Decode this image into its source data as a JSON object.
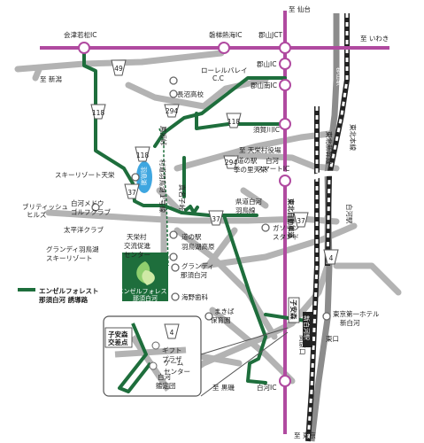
{
  "colors": {
    "expressway": "#b04aa0",
    "guide_route": "#1e6e3c",
    "road": "#b3b3b3",
    "railway": "#222222",
    "shinkansen": "#8c8c8c",
    "lake": "#3ea6e0",
    "ic_fill": "#ffffff"
  },
  "destinations": {
    "sendai": "至 仙台",
    "iwaki": "至 いわき",
    "niigata": "至 新潟",
    "tokyo": "至 東京",
    "kuroiso": "至 黒磯"
  },
  "interchanges": {
    "aizu_wakamatsu": "会津若松IC",
    "bandai_atami": "磐梯熱海IC",
    "koriyama_jct": "郡山JCT",
    "koriyama": "郡山IC",
    "koriyama_minami": "郡山南IC",
    "sukagawa": "須賀川IC",
    "shirakawa_smart": "白河\nスマートIC",
    "shirakawa": "白河IC"
  },
  "routes": {
    "r49": "49",
    "r118a": "118",
    "r118b": "118",
    "r118c": "118",
    "r294a": "294",
    "r294b": "294",
    "r37a": "37",
    "r37b": "37",
    "r37c": "37",
    "r4a": "4",
    "r4b": "4"
  },
  "rail": {
    "koriyama_station": "郡山駅",
    "shin_shirakawa_station": "新白河駅",
    "tohoku_shinkansen": "東北新幹線",
    "tohoku_line": "東北本線",
    "tohoku_expressway": "東北自動車道",
    "shirakawa_station": "白河駅"
  },
  "places": {
    "lovely_valley": "ローレルバレイ\nC.C",
    "naganuma_hs": "長沼高校",
    "hohsaka_pass": "鳳坂峠",
    "muramichi": "村道羽鳥湖１号線",
    "hatori_lake": "羽鳥湖",
    "tenei_office": "至 天栄村役場",
    "kisetsu_road": "道の駅\n季の里天栄",
    "ski_tenei": "スキーリゾート天栄",
    "britannia": "ブリティッシュ\nヒルズ",
    "shirakawa_meadow": "白河メドウ\nゴルフクラブ",
    "taiheiyo": "太平洋クラブ",
    "grandeco": "グランディ羽鳥湖\nスキーリゾート",
    "tenei_exchange": "天栄村\n交流促進\nセンター",
    "road_station_hatori": "道の駅\n羽鳥湖高原",
    "mazuko_pass": "真名子峠",
    "pref_road": "県道白河\n羽鳥線",
    "gas_station": "ガソリン\nスタンド",
    "grandi_clinic": "グランディ\n那須白河",
    "kaitei_dental": "海野歯科",
    "makiba_nursery": "まきば\n保育園",
    "gift_plaza": "ギフト\nプラザ",
    "game_center": "ゲーム\nセンター",
    "kanteidan": "白河\n鑑定団",
    "koyasumori": "子安森",
    "koyasumori_junction": "子安森\n交差点",
    "tokyo_hotel": "東京第一ホテル\n新白河",
    "higashi_exit": "東口",
    "takahara_exit": "高原口"
  },
  "facility": {
    "name": "エンゼルフォレスト",
    "sub": "那須白河"
  },
  "legend": {
    "label": "エンゼルフォレスト\n那須白河 誘導路"
  }
}
